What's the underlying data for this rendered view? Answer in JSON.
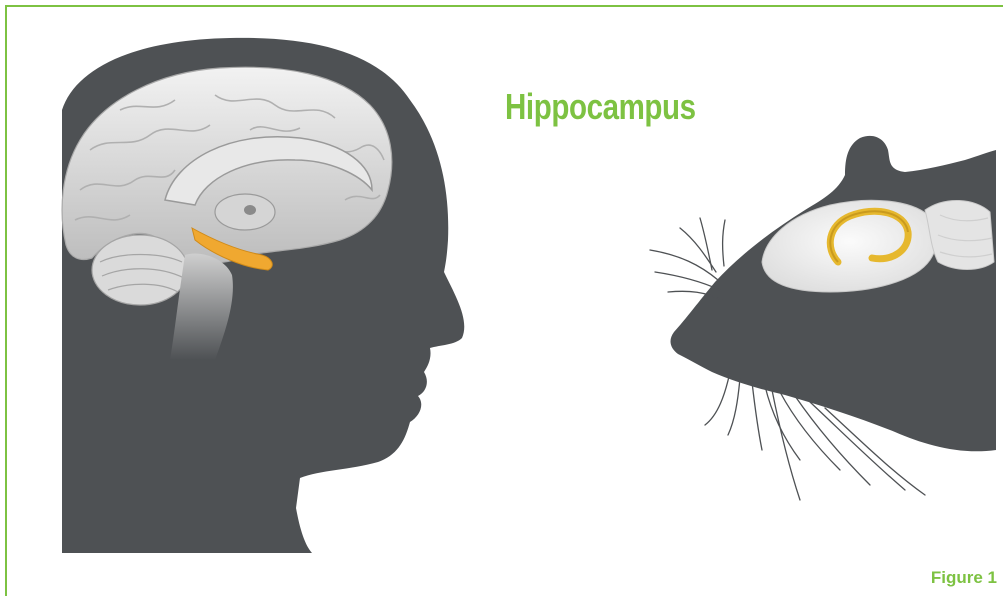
{
  "diagram": {
    "title": "Hippocampus",
    "figure_label": "Figure 1",
    "subjects": [
      "human-head",
      "rat-head"
    ],
    "highlight_structure": "hippocampus",
    "colors": {
      "frame": "#7dc242",
      "title": "#7dc242",
      "silhouette": "#4e5154",
      "brain": "#dcdcdc",
      "human_hippocampus": "#f0a830",
      "rat_hippocampus": "#e6b82e",
      "background": "#ffffff"
    }
  }
}
